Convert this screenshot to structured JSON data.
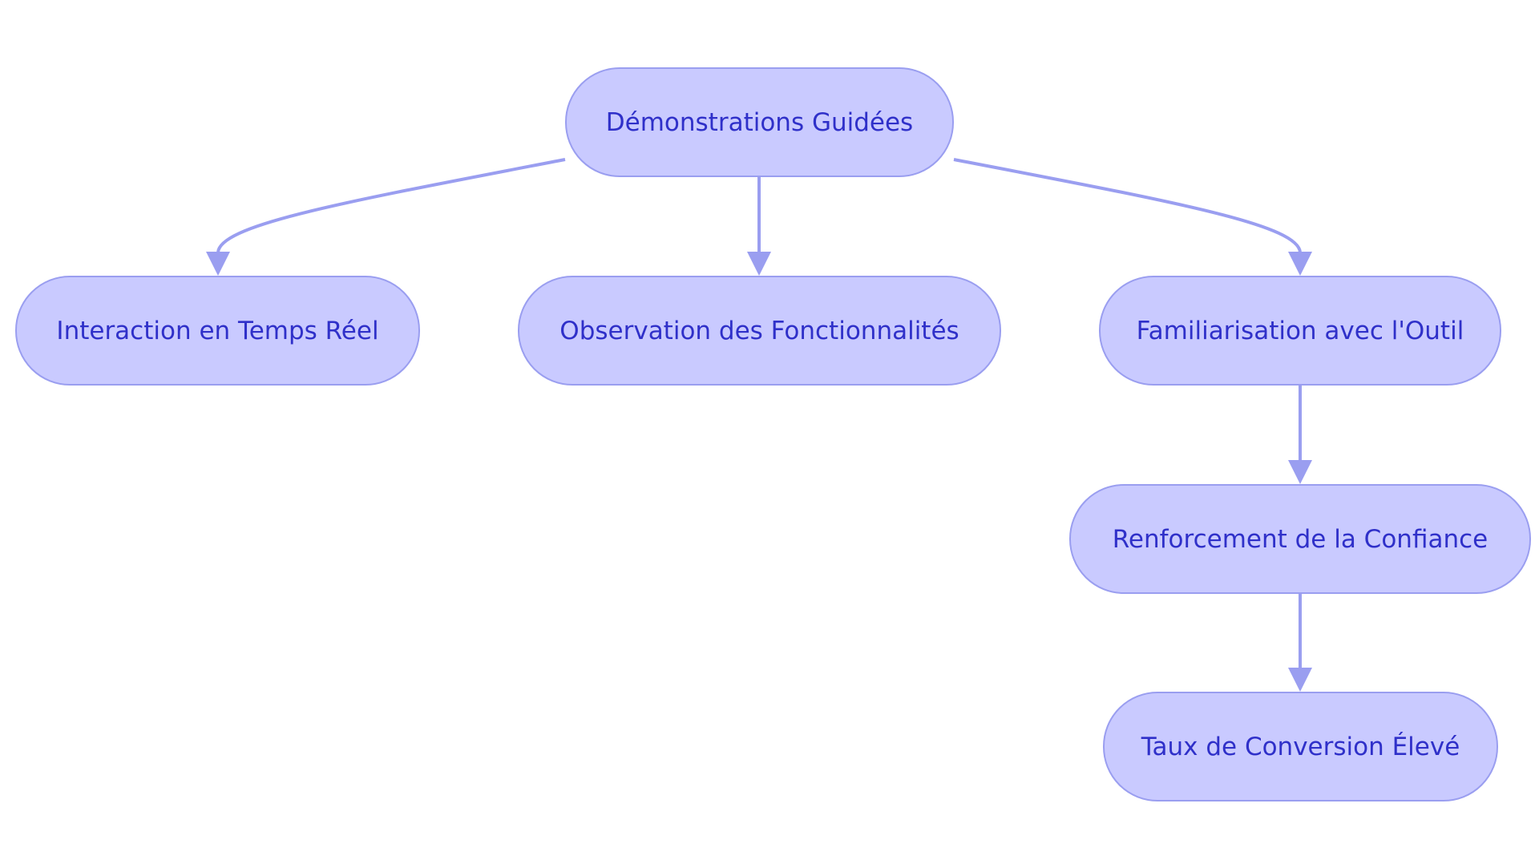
{
  "diagram": {
    "type": "flowchart",
    "colors": {
      "node_fill": "#c9caff",
      "node_border": "#9a9ef0",
      "edge": "#9a9ef0",
      "text": "#2f30c9"
    },
    "nodes": {
      "root": "Démonstrations Guidées",
      "interaction": "Interaction en Temps Réel",
      "observation": "Observation des Fonctionnalités",
      "familiarisation": "Familiarisation avec l'Outil",
      "renforcement": "Renforcement de la Confiance",
      "taux": "Taux de Conversion Élevé"
    },
    "edges": [
      {
        "from": "Démonstrations Guidées",
        "to": "Interaction en Temps Réel"
      },
      {
        "from": "Démonstrations Guidées",
        "to": "Observation des Fonctionnalités"
      },
      {
        "from": "Démonstrations Guidées",
        "to": "Familiarisation avec l'Outil"
      },
      {
        "from": "Familiarisation avec l'Outil",
        "to": "Renforcement de la Confiance"
      },
      {
        "from": "Renforcement de la Confiance",
        "to": "Taux de Conversion Élevé"
      }
    ]
  }
}
